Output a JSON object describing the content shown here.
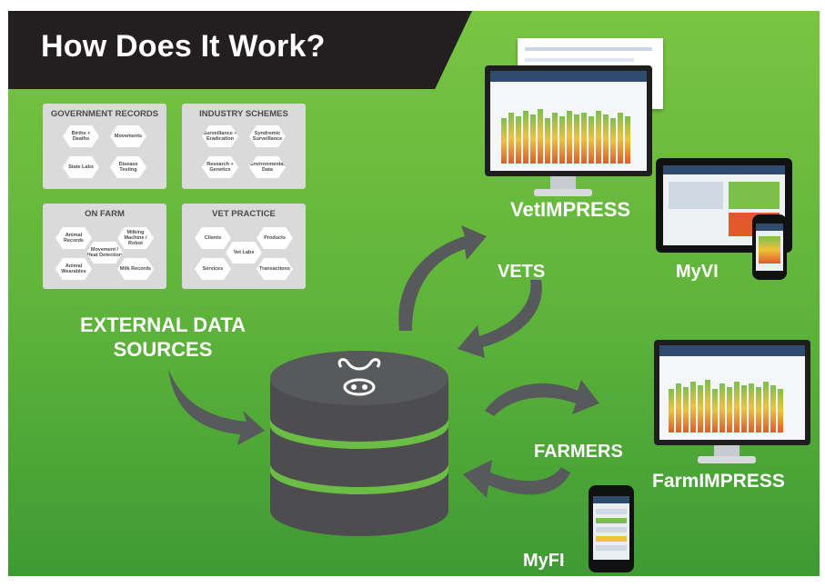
{
  "title": "How Does It Work?",
  "sources": {
    "government": {
      "heading": "GOVERNMENT RECORDS",
      "items": [
        "Births + Deaths",
        "Movements",
        "State Labs",
        "Disease Testing"
      ]
    },
    "industry": {
      "heading": "INDUSTRY SCHEMES",
      "items": [
        "Surveillance + Eradication",
        "Syndromic Surveillance",
        "Research + Genetics",
        "Environmental Data"
      ]
    },
    "farm": {
      "heading": "ON FARM",
      "items": [
        "Animal Records",
        "Milking Machine / Robot",
        "Movement / Heat Detection",
        "Animal Wearables",
        "Milk Records"
      ]
    },
    "vet": {
      "heading": "VET PRACTICE",
      "items": [
        "Clients",
        "Products",
        "Vet Labs",
        "Services",
        "Transactions"
      ]
    }
  },
  "external_label": "EXTERNAL DATA SOURCES",
  "labels": {
    "vets": "VETS",
    "farmers": "FARMERS",
    "vetimpress": "VetIMPRESS",
    "myvi": "MyVI",
    "farmimpress": "FarmIMPRESS",
    "myfi": "MyFI"
  },
  "colors": {
    "green_top": "#7ac443",
    "green_bottom": "#3f9a34",
    "dark": "#231f20",
    "database": "#4d4d4f",
    "database_band": "#6cbd45",
    "arrow": "#58595b",
    "source_box": "#d9dad9"
  },
  "icons": {
    "database": "database-icon",
    "logo": "cow-face-logo"
  }
}
